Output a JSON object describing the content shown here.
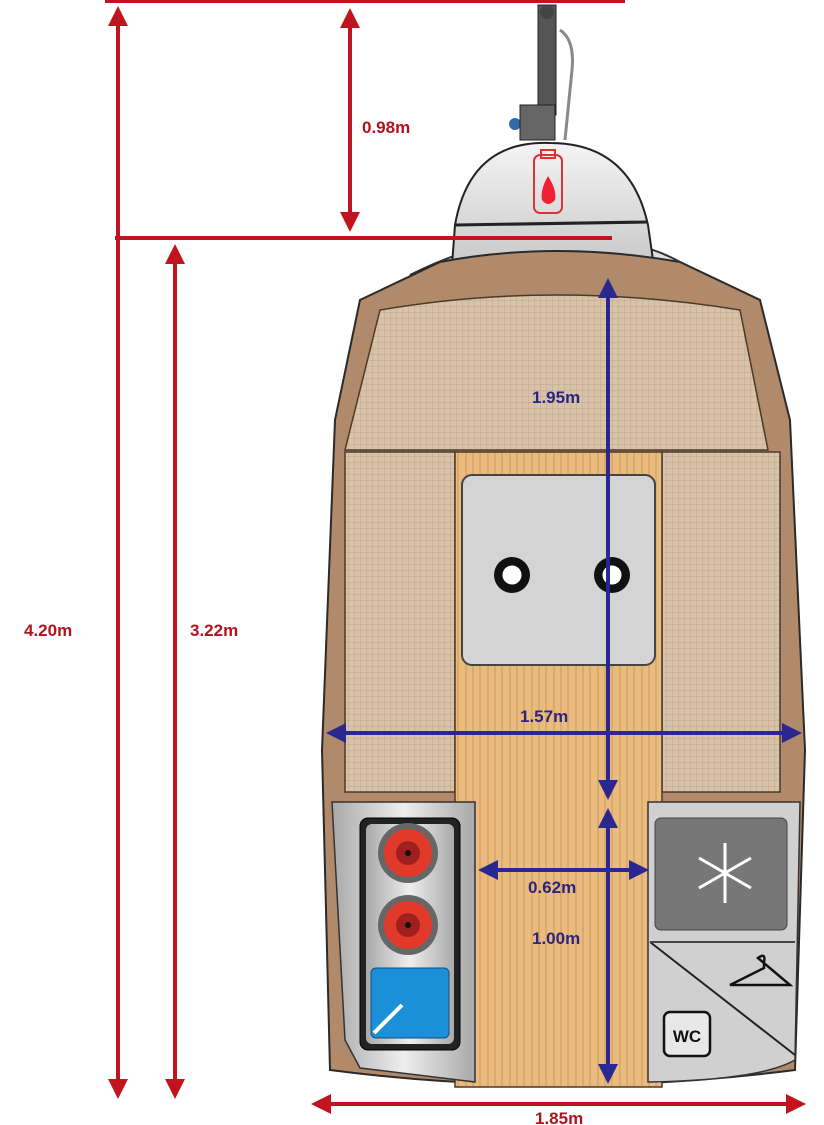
{
  "title": "Caravan floor plan with dimensions",
  "colors": {
    "dimension_red": "#c0141f",
    "dimension_blue": "#2a2890",
    "shell": "#b08a6a",
    "upholstery": "#d8c0a4",
    "wood_floor": "#e8b878",
    "appliance_grey": "#cfcfcf"
  },
  "dimensions": {
    "overall_length": "4.20m",
    "body_length": "3.22m",
    "drawbar_length": "0.98m",
    "overall_width": "1.85m",
    "interior_length": "1.95m",
    "interior_width": "1.57m",
    "aisle_width": "0.62m",
    "aisle_length": "1.00m"
  },
  "features": {
    "gas_bottle_icon": "gas-bottle-icon",
    "hob_icon": "hob-icon",
    "sink_icon": "sink-icon",
    "fridge_icon": "snowflake-icon",
    "wardrobe_icon": "hanger-icon",
    "toilet_label": "WC"
  }
}
